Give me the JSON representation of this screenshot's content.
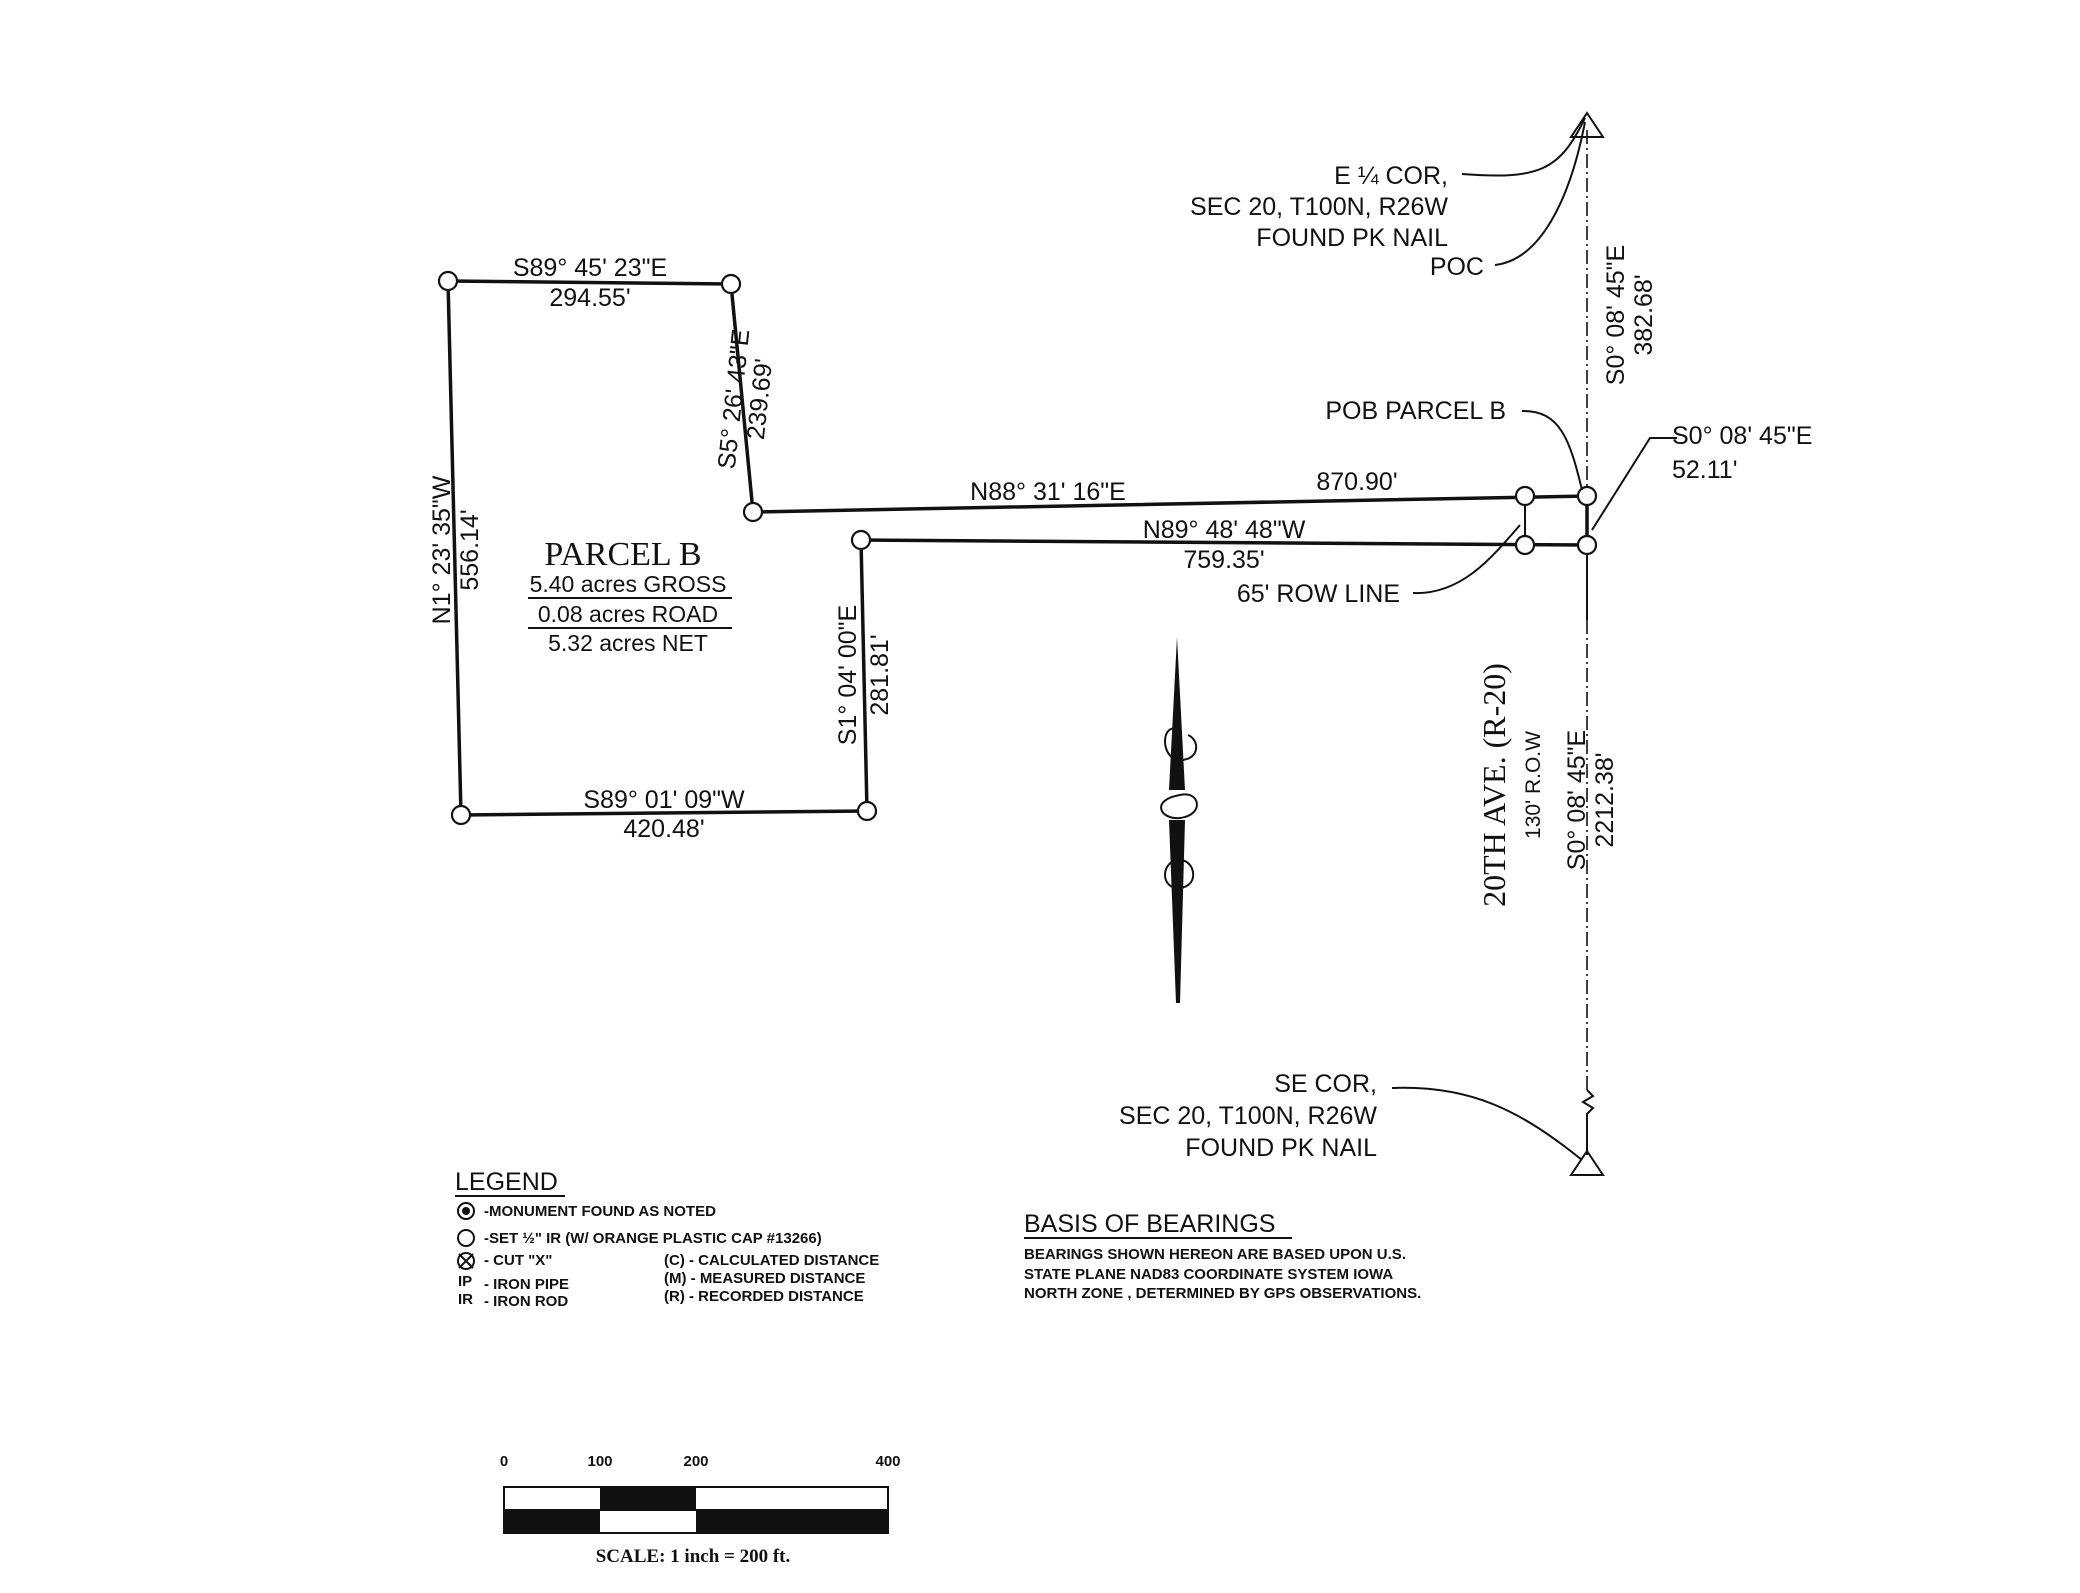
{
  "parcel": {
    "name": "PARCEL B",
    "gross": "5.40 acres GROSS",
    "road": "0.08 acres ROAD",
    "net": "5.32 acres NET"
  },
  "courses": {
    "north_bearing": "S89° 45' 23\"E",
    "north_distance": "294.55'",
    "ne_bearing": "S5° 26' 43\"E",
    "ne_distance": "239.69'",
    "mid_bearing": "N88° 31' 16\"E",
    "mid_distance": "870.90'",
    "row_bearing": "N89° 48' 48\"W",
    "row_distance": "759.35'",
    "east_bearing": "S1° 04' 00\"E",
    "east_distance": "281.81'",
    "south_bearing": "S89° 01' 09\"W",
    "south_distance": "420.48'",
    "west_bearing": "N1° 23' 35\"W",
    "west_distance": "556.14'",
    "poc_bearing": "S0° 08' 45\"E",
    "poc_distance": "382.68'",
    "pob_bearing": "S0° 08' 45\"E",
    "pob_distance": "52.11'",
    "sec_bearing": "S0° 08' 45\"E",
    "sec_distance": "2212.38'"
  },
  "callouts": {
    "e_quarter": [
      "E ¼ COR,",
      "SEC 20, T100N, R26W",
      "FOUND PK NAIL"
    ],
    "poc": "POC",
    "pob": "POB PARCEL B",
    "row_line": "65' ROW LINE",
    "se_cor": [
      "SE COR,",
      "SEC 20, T100N, R26W",
      "FOUND PK NAIL"
    ]
  },
  "road": {
    "name": "20TH AVE. (R-20)",
    "row": "130' R.O.W"
  },
  "legend": {
    "title": "LEGEND",
    "items": [
      "-MONUMENT FOUND AS NOTED",
      "-SET ½\" IR (W/ ORANGE PLASTIC CAP #13266)",
      "- CUT \"X\"",
      "- IRON PIPE",
      "- IRON ROD"
    ],
    "symbols": [
      "IP",
      "IR"
    ],
    "distances": [
      "(C) - CALCULATED DISTANCE",
      "(M) - MEASURED DISTANCE",
      "(R) - RECORDED DISTANCE"
    ]
  },
  "basis": {
    "title": "BASIS OF BEARINGS",
    "lines": [
      "BEARINGS SHOWN HEREON ARE BASED UPON U.S.",
      "STATE PLANE NAD83 COORDINATE SYSTEM IOWA",
      "NORTH ZONE , DETERMINED BY GPS OBSERVATIONS."
    ]
  },
  "scale": {
    "ticks": [
      "0",
      "100",
      "200",
      "400"
    ],
    "label": "SCALE: 1 inch = 200 ft."
  }
}
